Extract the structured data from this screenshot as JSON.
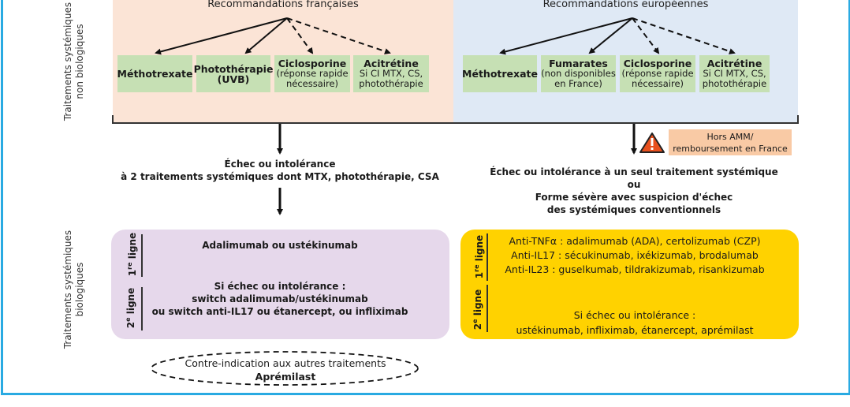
{
  "side_labels": {
    "non_biologic": [
      "Traitements systémiques",
      "non biologiques"
    ],
    "biologic": [
      "Traitements systémiques",
      "biologiques"
    ]
  },
  "french": {
    "title": "Recommandations françaises",
    "options": [
      {
        "name": "Méthotrexate",
        "note": "",
        "arrow": "solid"
      },
      {
        "name": "Photothérapie",
        "note": "(UVB)",
        "arrow": "solid"
      },
      {
        "name": "Ciclosporine",
        "note_lines": [
          "(réponse rapide",
          "nécessaire)"
        ],
        "arrow": "dashed"
      },
      {
        "name": "Acitrétine",
        "note_lines": [
          "Si CI MTX, CS,",
          "photothérapie"
        ],
        "arrow": "dashed"
      }
    ],
    "criteria": [
      "Échec ou intolérance",
      "à 2 traitements systémiques dont MTX, photothérapie, CSA"
    ],
    "first_line_label": "1",
    "first_line_sup": "re",
    "first_line_word": " ligne",
    "second_line_label": "2",
    "second_line_sup": "e",
    "second_line_word": " ligne",
    "first_line": "Adalimumab ou ustékinumab",
    "second_line": [
      "Si échec ou intolérance :",
      "switch adalimumab/ustékinumab",
      "ou switch anti-IL17 ou étanercept, ou infliximab"
    ],
    "contraindication": {
      "text": "Contre-indication aux autres traitements",
      "drug": "Aprémilast"
    }
  },
  "european": {
    "title": "Recommandations européennes",
    "options": [
      {
        "name": "Méthotrexate",
        "arrow": "solid"
      },
      {
        "name": "Fumarates",
        "note_lines": [
          "(non disponibles",
          "en France)"
        ],
        "arrow": "solid"
      },
      {
        "name": "Ciclosporine",
        "note_lines": [
          "(réponse rapide",
          "nécessaire)"
        ],
        "arrow": "dashed"
      },
      {
        "name": "Acitrétine",
        "note_lines": [
          "Si CI MTX, CS,",
          "photothérapie"
        ],
        "arrow": "dashed"
      }
    ],
    "warning": {
      "icon": "warning-triangle-icon",
      "lines": [
        "Hors AMM/",
        "remboursement en France"
      ]
    },
    "criteria": [
      "Échec ou intolérance à un seul traitement systémique",
      "ou",
      "Forme sévère avec suspicion d'échec",
      "des systémiques conventionnels"
    ],
    "first_line": [
      "Anti-TNFα : adalimumab (ADA), certolizumab (CZP)",
      "Anti-IL17 : sécukinumab, ixékizumab, brodalumab",
      "Anti-IL23 : guselkumab, tildrakizumab, risankizumab"
    ],
    "second_line": [
      "Si échec ou intolérance :",
      "ustékinumab, infliximab, étanercept, aprémilast"
    ]
  },
  "colors": {
    "frame": "#29aae2",
    "french_panel": "#fbe4d6",
    "european_panel": "#dfe9f5",
    "option_box": "#c6e0b4",
    "french_bio": "#e6d8eb",
    "european_bio": "#ffd200",
    "warning_box": "#f9caa5",
    "warning_icon": "#e8501e"
  }
}
